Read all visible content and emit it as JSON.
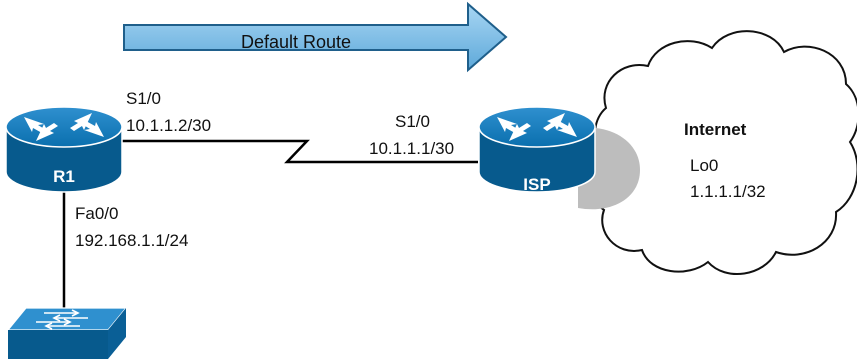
{
  "default_route": {
    "label": "Default Route"
  },
  "r1": {
    "name": "R1",
    "serial_interface": "S1/0",
    "serial_ip": "10.1.1.2/30",
    "lan_interface": "Fa0/0",
    "lan_ip": "192.168.1.1/24"
  },
  "isp": {
    "name": "ISP",
    "serial_interface": "S1/0",
    "serial_ip": "10.1.1.1/30"
  },
  "internet": {
    "label": "Internet",
    "loopback_interface": "Lo0",
    "loopback_ip": "1.1.1.1/32"
  },
  "colors": {
    "device_blue": "#0a6fae",
    "device_dark": "#075a8d",
    "arrow_fill": "#7bbde6",
    "arrow_stroke": "#1f5f8b",
    "link": "#000000",
    "shadow": "#bdbdbd"
  },
  "icons": [
    "router-icon",
    "switch-icon",
    "cloud-icon",
    "serial-link-icon"
  ]
}
